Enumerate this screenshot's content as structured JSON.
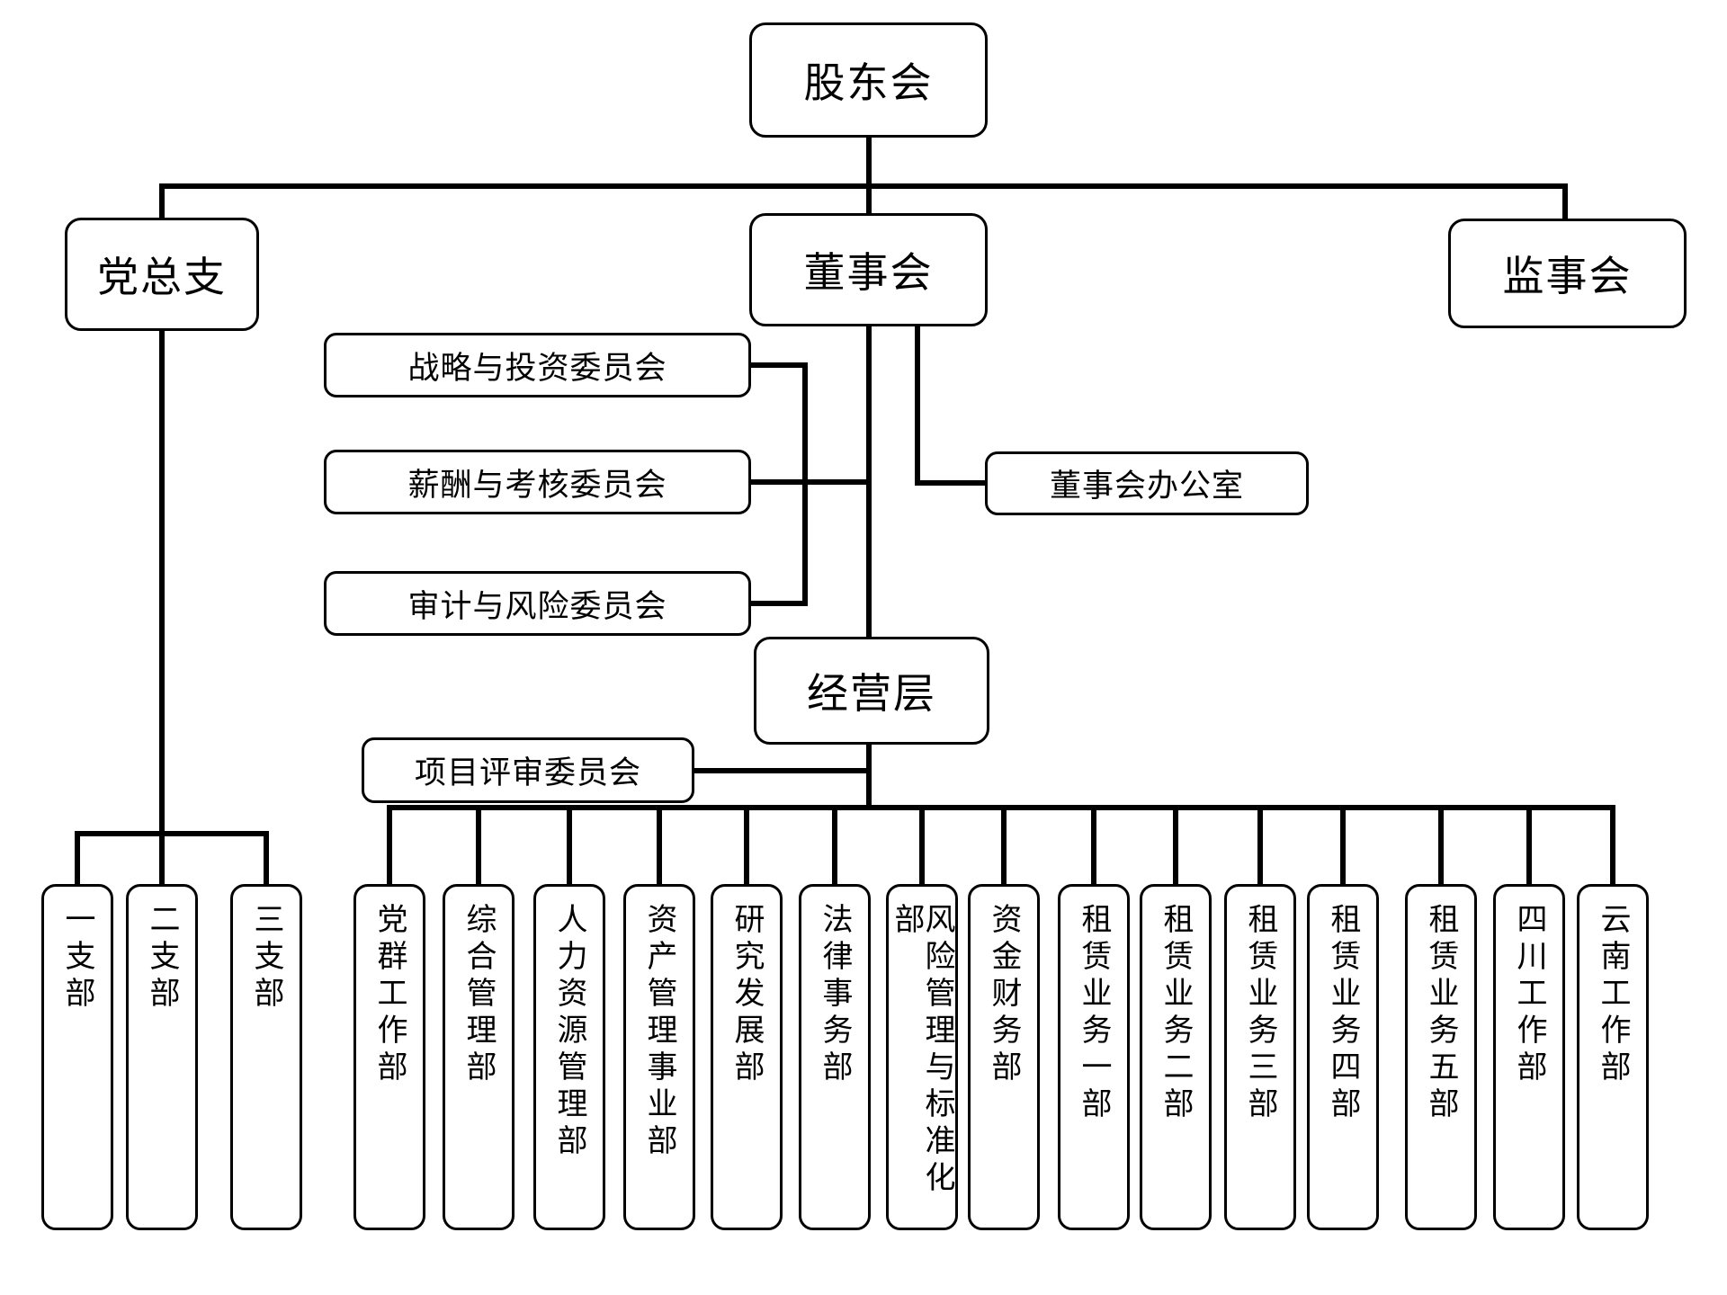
{
  "org": {
    "shareholders": "股东会",
    "party_committee": "党总支",
    "board": "董事会",
    "supervisory": "监事会",
    "committees": {
      "strategy": "战略与投资委员会",
      "compensation": "薪酬与考核委员会",
      "audit": "审计与风险委员会"
    },
    "board_office": "董事会办公室",
    "management": "经营层",
    "project_review": "项目评审委员会",
    "party_branches": [
      {
        "label": "一支部"
      },
      {
        "label": "二支部"
      },
      {
        "label": "三支部"
      }
    ],
    "departments": [
      {
        "label": "党群工作部"
      },
      {
        "label": "综合管理部"
      },
      {
        "label": "人力资源管理部"
      },
      {
        "label": "资产管理事业部"
      },
      {
        "label": "研究发展部"
      },
      {
        "label": "法律事务部"
      },
      {
        "label": "风险管理与标准化部"
      },
      {
        "label": "资金财务部"
      },
      {
        "label": "租赁业务一部"
      },
      {
        "label": "租赁业务二部"
      },
      {
        "label": "租赁业务三部"
      },
      {
        "label": "租赁业务四部"
      },
      {
        "label": "租赁业务五部"
      },
      {
        "label": "四川工作部"
      },
      {
        "label": "云南工作部"
      }
    ],
    "colors": {
      "line": "#000000",
      "box_border": "#000000",
      "background": "#ffffff",
      "text": "#000000"
    }
  }
}
